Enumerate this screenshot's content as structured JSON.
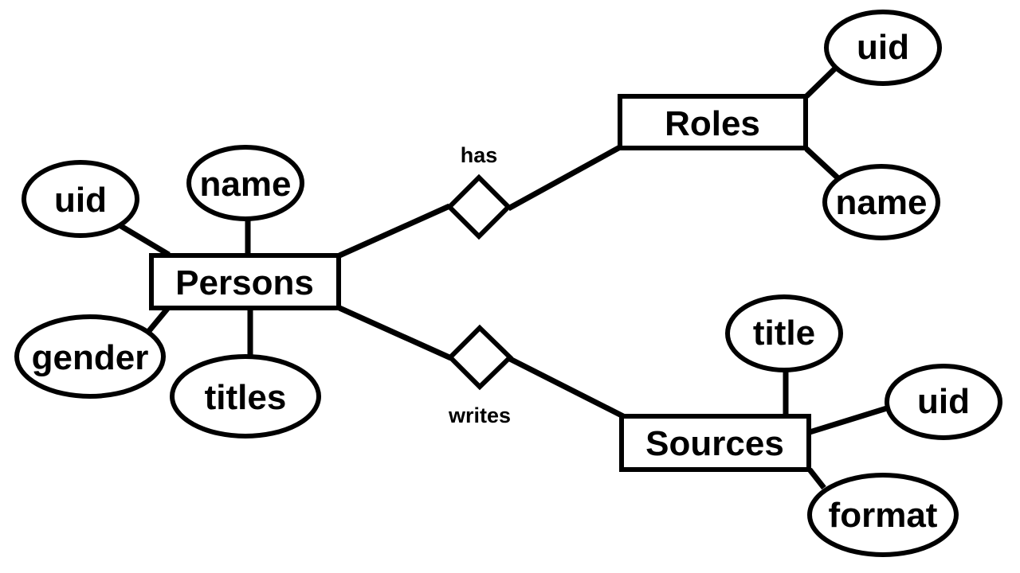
{
  "entities": {
    "persons": "Persons",
    "roles": "Roles",
    "sources": "Sources"
  },
  "relationships": {
    "has": "has",
    "writes": "writes"
  },
  "attributes": {
    "persons": {
      "uid": "uid",
      "name": "name",
      "gender": "gender",
      "titles": "titles"
    },
    "roles": {
      "uid": "uid",
      "name": "name"
    },
    "sources": {
      "title": "title",
      "uid": "uid",
      "format": "format"
    }
  },
  "colors": {
    "stroke": "#000000",
    "fill": "#ffffff",
    "text": "#000000"
  }
}
